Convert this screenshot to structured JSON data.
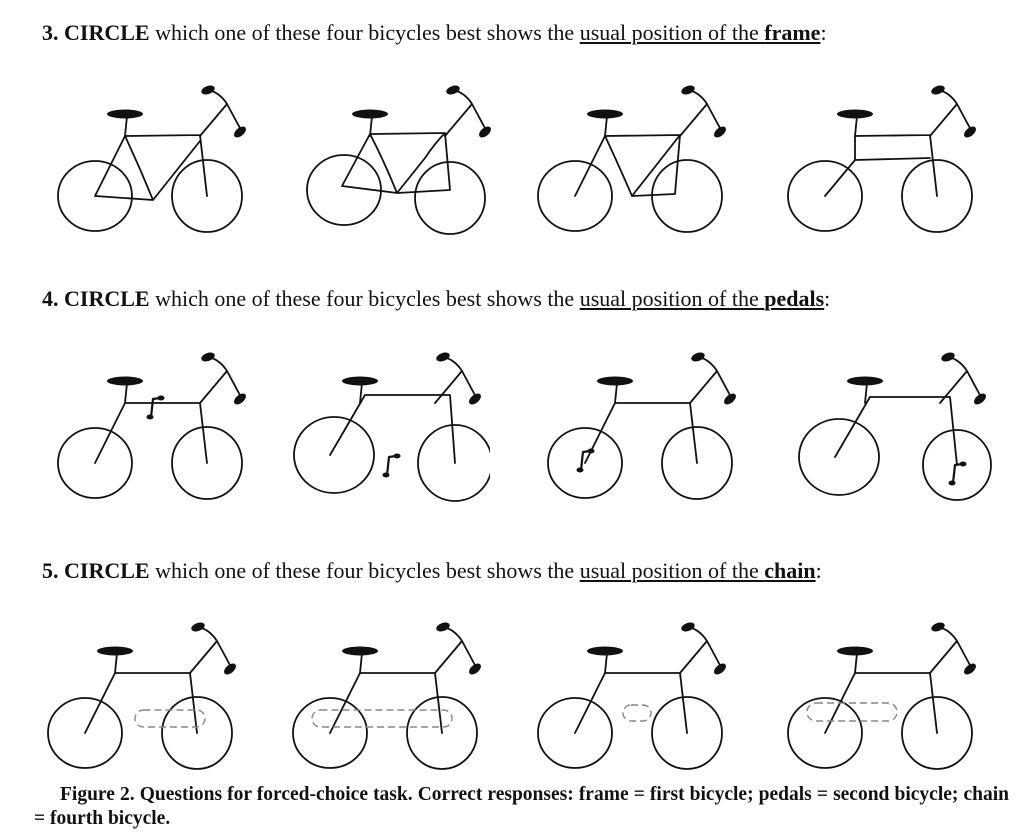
{
  "questions": [
    {
      "number": "3.",
      "verb": "CIRCLE",
      "text": " which one of these four bicycles best shows the ",
      "underlined": "usual position of the ",
      "part": "frame",
      "end": ":"
    },
    {
      "number": "4.",
      "verb": "CIRCLE",
      "text": " which one of these four bicycles best shows the ",
      "underlined": "usual position of the ",
      "part": "pedals",
      "end": ":"
    },
    {
      "number": "5.",
      "verb": "CIRCLE",
      "text": " which one of these four bicycles best shows the ",
      "underlined": "usual position of the ",
      "part": "chain",
      "end": ":"
    }
  ],
  "caption": "Figure 2. Questions for forced-choice task. Correct responses: frame = first bicycle; pedals = second bicycle; chain = fourth bicycle.",
  "colors": {
    "ink": "#111111",
    "chain": "#888888"
  }
}
